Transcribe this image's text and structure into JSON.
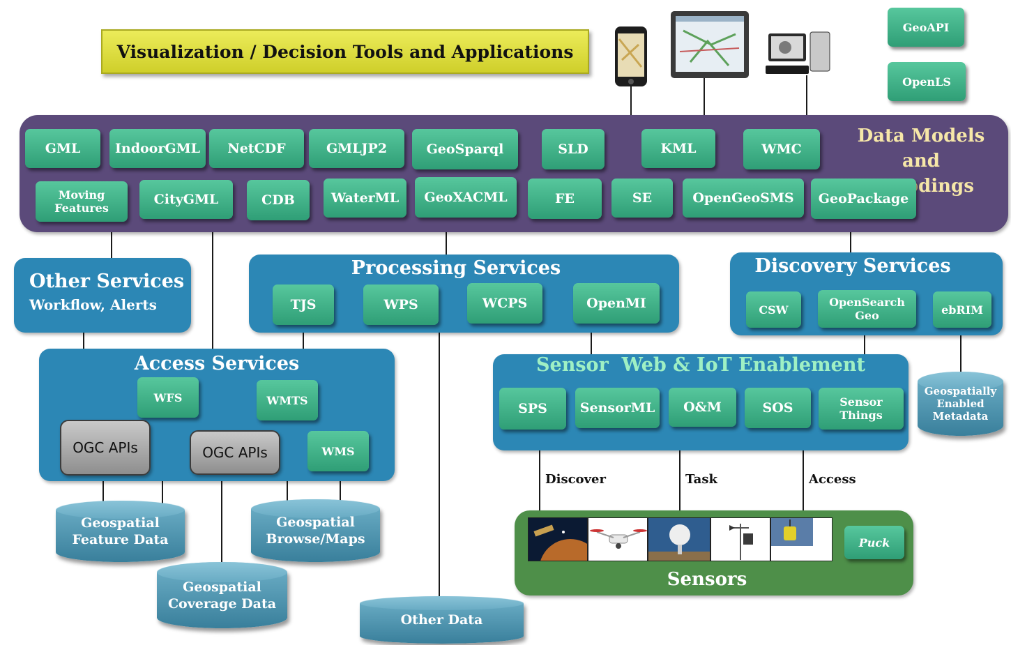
{
  "banner": "Visualization / Decision Tools and Applications",
  "top_right": [
    "GeoAPI",
    "OpenLS"
  ],
  "data_models": {
    "title_line1": "Data Models",
    "title_line2": "and Encodings",
    "row1": [
      "GML",
      "IndoorGML",
      "NetCDF",
      "GMLJP2",
      "GeoSparql",
      "SLD",
      "KML",
      "WMC"
    ],
    "row2": [
      "Moving Features",
      "CityGML",
      "CDB",
      "WaterML",
      "GeoXACML",
      "FE",
      "SE",
      "OpenGeoSMS",
      "GeoPackage"
    ]
  },
  "other_services": {
    "title": "Other Services",
    "subtitle": "Workflow, Alerts"
  },
  "processing": {
    "title": "Processing Services",
    "items": [
      "TJS",
      "WPS",
      "WCPS",
      "OpenMI"
    ]
  },
  "discovery": {
    "title": "Discovery Services",
    "items": [
      "CSW",
      "OpenSearch Geo",
      "ebRIM"
    ]
  },
  "access": {
    "title": "Access Services",
    "items": [
      "WFS",
      "WMTS",
      "WMS"
    ],
    "ogc_apis_1": "OGC APIs",
    "ogc_apis_2": "OGC APIs"
  },
  "sensor_web": {
    "title": "Sensor  Web & IoT Enablement",
    "items": [
      "SPS",
      "SensorML",
      "O&M",
      "SOS",
      "Sensor Things"
    ]
  },
  "connectors": {
    "discover": "Discover",
    "task": "Task",
    "access": "Access"
  },
  "sensors": {
    "title": "Sensors",
    "puck": "Puck"
  },
  "data_stores": {
    "metadata": "Geospatially Enabled Metadata",
    "feature": "Geospatial Feature Data",
    "browse": "Geospatial Browse/Maps",
    "coverage": "Geospatial Coverage Data",
    "other": "Other Data"
  },
  "colors": {
    "teal": "#3aae84",
    "purple": "#5b4a7a",
    "blue": "#2c87b5",
    "green": "#4e8f49",
    "yellow": "#dede3c"
  }
}
